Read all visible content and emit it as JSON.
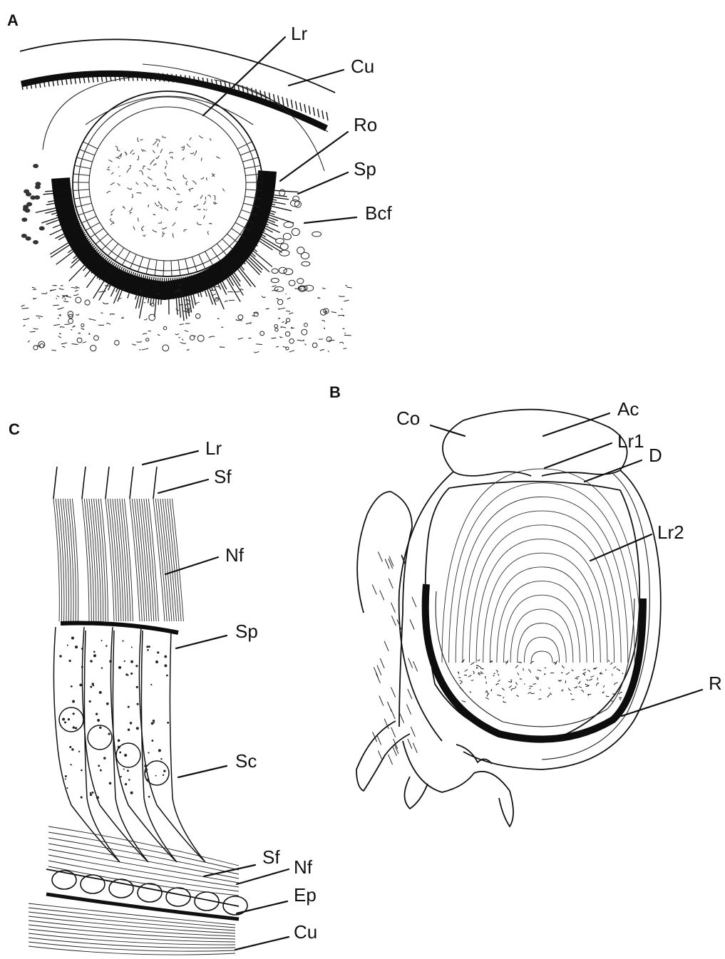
{
  "panels": {
    "a": {
      "letter": "A",
      "labels": {
        "lr": "Lr",
        "cu": "Cu",
        "ro": "Ro",
        "sp": "Sp",
        "bcf": "Bcf"
      }
    },
    "b": {
      "letter": "B",
      "labels": {
        "co": "Co",
        "ac": "Ac",
        "lr1": "Lr1",
        "d": "D",
        "lr2": "Lr2",
        "r": "R"
      }
    },
    "c": {
      "letter": "C",
      "labels": {
        "lr": "Lr",
        "sf": "Sf",
        "nf": "Nf",
        "sp": "Sp",
        "sc": "Sc",
        "sf2": "Sf",
        "nf2": "Nf",
        "ep": "Ep",
        "cu": "Cu"
      }
    }
  },
  "colors": {
    "ink": "#111111",
    "background": "#ffffff"
  }
}
